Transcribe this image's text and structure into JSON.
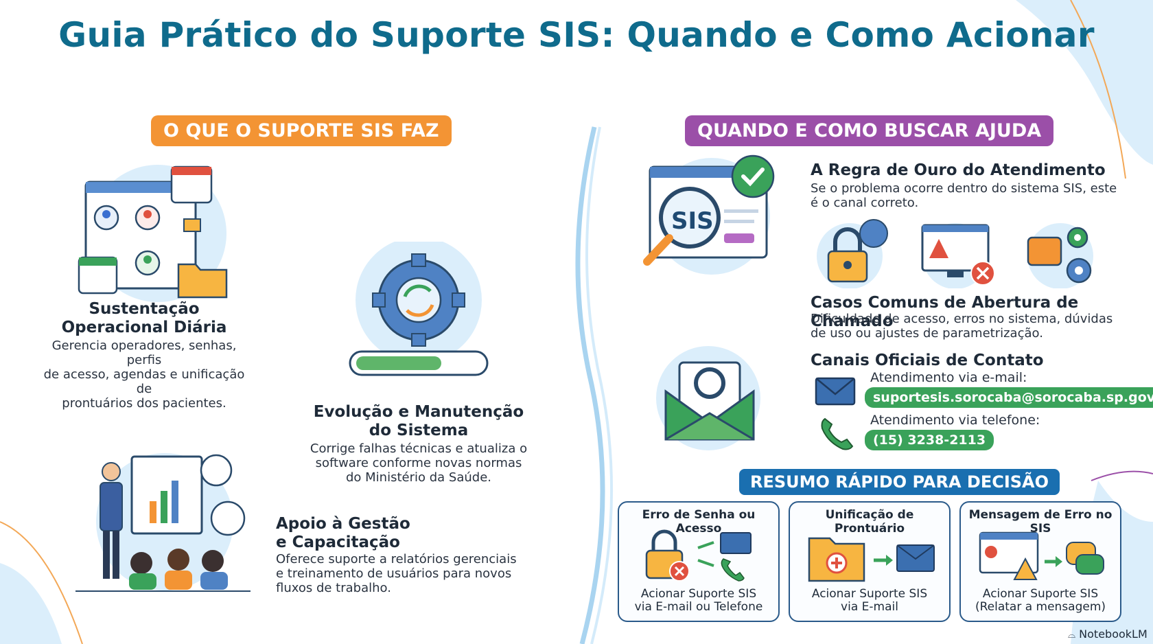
{
  "title": "Guia Prático do Suporte SIS: Quando e Como Acionar",
  "left": {
    "heading": "O QUE O SUPORTE SIS FAZ",
    "items": [
      {
        "title_line1": "Sustentação",
        "title_line2": "Operacional Diária",
        "text_lines": [
          "Gerencia operadores, senhas, perfis",
          "de acesso, agendas e unificação de",
          "prontuários dos pacientes."
        ]
      },
      {
        "title_line1": "Evolução e Manutenção",
        "title_line2": "do Sistema",
        "text_lines": [
          "Corrige falhas técnicas e atualiza o",
          "software conforme novas normas",
          "do Ministério da Saúde."
        ]
      },
      {
        "title_line1": "Apoio à Gestão",
        "title_line2": "e Capacitação",
        "text_lines": [
          "Oferece suporte a relatórios gerenciais",
          "e treinamento de usuários para novos",
          "fluxos de trabalho."
        ]
      }
    ]
  },
  "right": {
    "heading": "QUANDO E COMO BUSCAR AJUDA",
    "sis_label": "SIS",
    "golden_rule": {
      "title": "A Regra de Ouro do Atendimento",
      "text_lines": [
        "Se o problema ocorre dentro do sistema SIS, este",
        "é o canal correto."
      ]
    },
    "common_cases": {
      "title": "Casos Comuns de Abertura de Chamado",
      "text_lines": [
        "Dificuldade de acesso, erros no sistema, dúvidas",
        "de uso ou ajustes de parametrização."
      ]
    },
    "channels": {
      "title": "Canais Oficiais de Contato",
      "email_label": "Atendimento via e-mail:",
      "email": "suportesis.sorocaba@sorocaba.sp.gov.br",
      "phone_label": "Atendimento via telefone:",
      "phone": "(15) 3238-2113"
    },
    "summary": {
      "heading": "RESUMO RÁPIDO PARA DECISÃO",
      "cards": [
        {
          "title": "Erro de Senha ou Acesso",
          "line1": "Acionar Suporte SIS",
          "line2": "via E-mail ou Telefone"
        },
        {
          "title": "Unificação de Prontuário",
          "line1": "Acionar Suporte SIS",
          "line2": "via E-mail"
        },
        {
          "title": "Mensagem de Erro no SIS",
          "line1": "Acionar Suporte SIS",
          "line2": "(Relatar a mensagem)"
        }
      ]
    }
  },
  "brand": "NotebookLM",
  "colors": {
    "title": "#0f6b8c",
    "orange": "#f39434",
    "purple": "#9b4fa8",
    "blue": "#1a6fb0",
    "green": "#3aa25a",
    "light_blue": "#dbeefb"
  }
}
